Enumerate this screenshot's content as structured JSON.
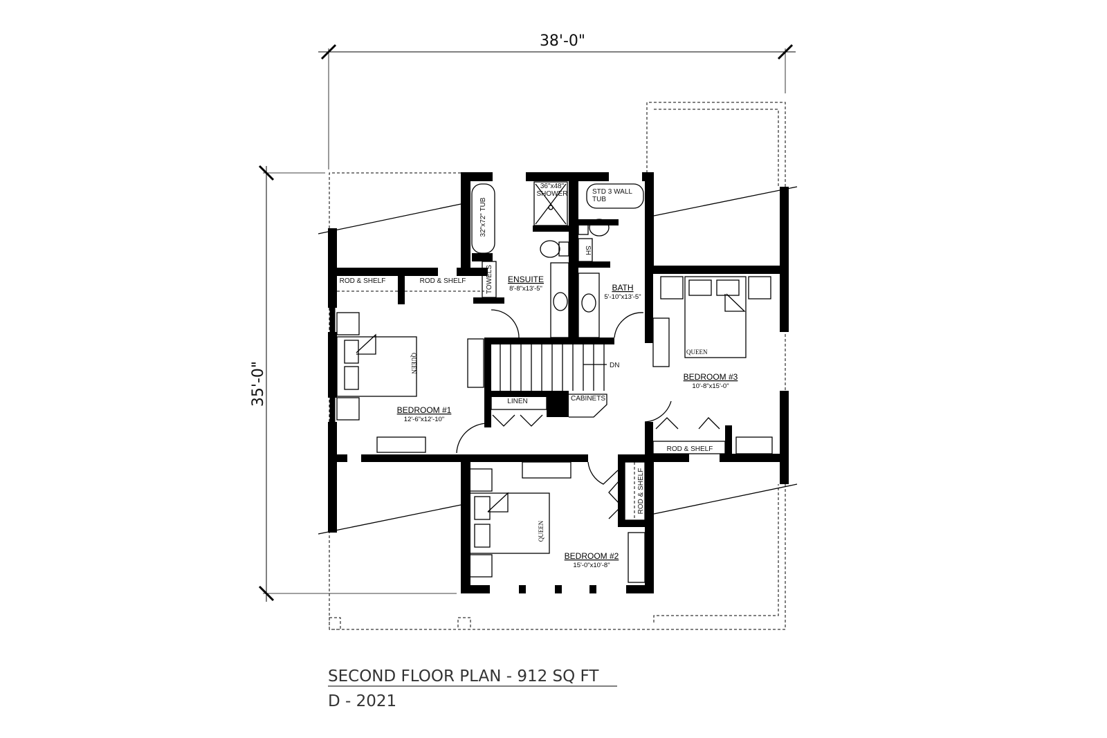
{
  "dimensions": {
    "width": "38'-0\"",
    "depth": "35'-0\""
  },
  "rooms": {
    "ensuite": {
      "name": "ENSUITE",
      "size": "8'-8\"x13'-5\""
    },
    "bath": {
      "name": "BATH",
      "size": "5'-10\"x13'-5\""
    },
    "bedroom1": {
      "name": "BEDROOM #1",
      "size": "12'-6\"x12'-10\""
    },
    "bedroom2": {
      "name": "BEDROOM #2",
      "size": "15'-0\"x10'-8\""
    },
    "bedroom3": {
      "name": "BEDROOM #3",
      "size": "10'-8\"x15'-0\""
    }
  },
  "fixtures": {
    "tub": "32\"x72\" TUB",
    "shower_1": "36\"x48\"",
    "shower_2": "SHOWER",
    "std_tub_1": "STD 3 WALL",
    "std_tub_2": "TUB",
    "sh": "SH",
    "towels": "TOWELS",
    "rod_shelf": "ROD & SHELF",
    "linen": "LINEN",
    "cabinets": "CABINETS",
    "dn": "DN",
    "queen": "QUEEN"
  },
  "caption": {
    "title": "SECOND FLOOR PLAN - 912 SQ FT",
    "subtitle": "D - 2021"
  }
}
